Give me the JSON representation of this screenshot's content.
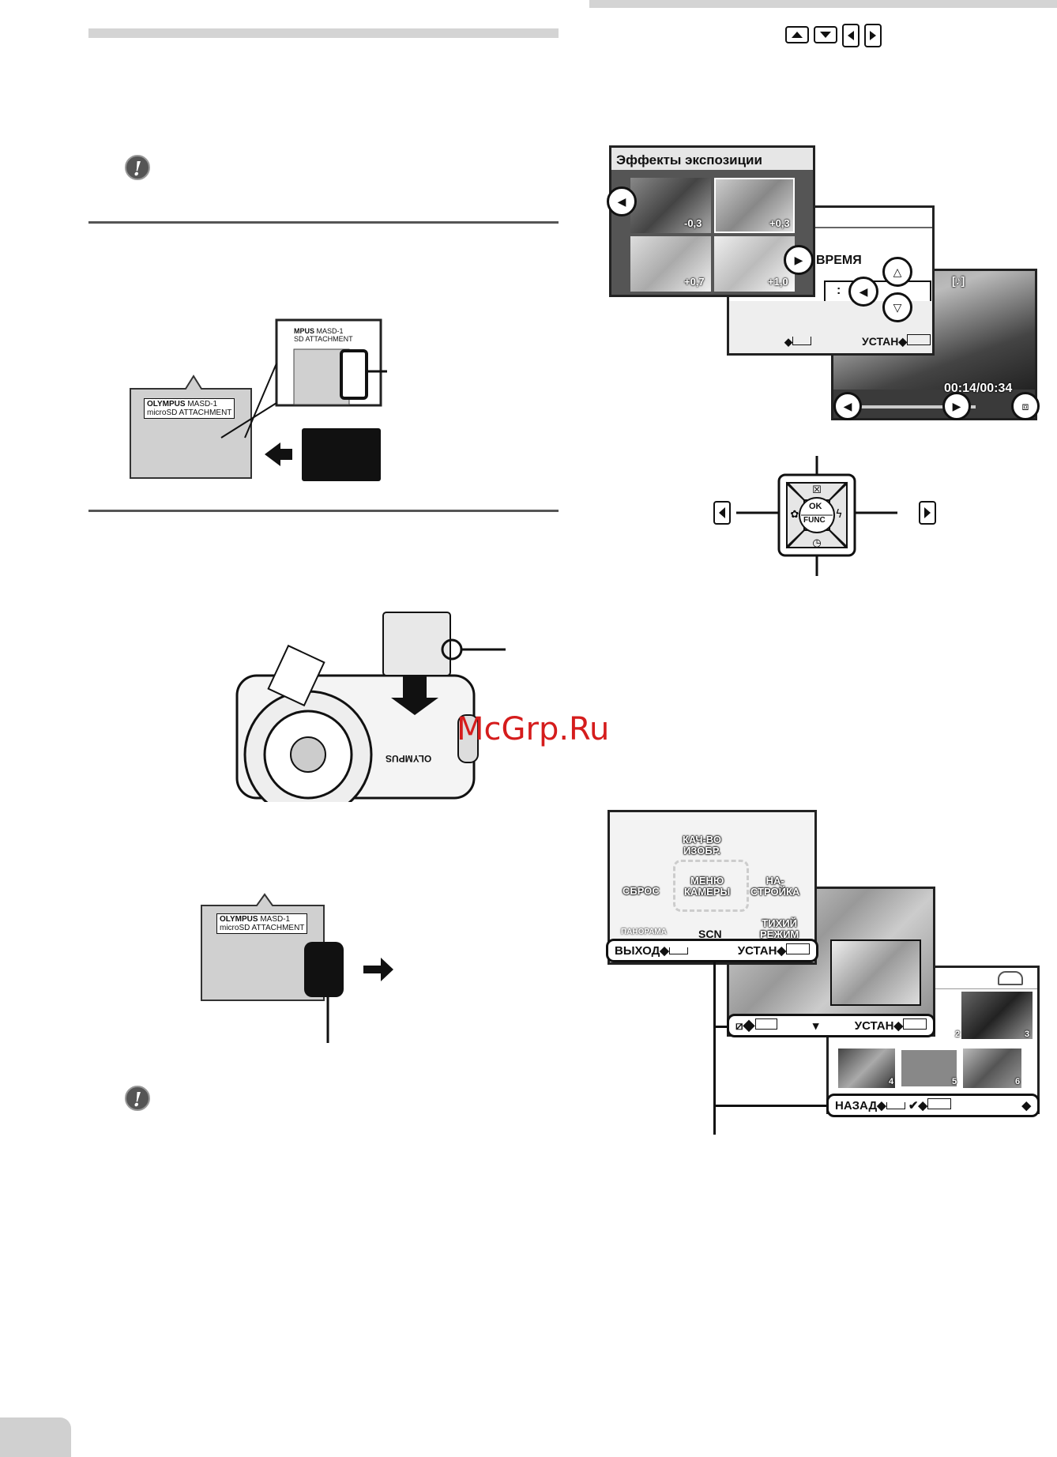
{
  "header": {
    "nav_icons": [
      "up-arrow-button-icon",
      "down-arrow-button-icon",
      "left-arrow-button-icon",
      "right-arrow-button-icon"
    ]
  },
  "adapter": {
    "brand": "OLYMPUS",
    "model": "MASD-1",
    "name": "microSD ATTACHMENT",
    "zoom_brand": "MPUS",
    "zoom_model": "MASD-1",
    "zoom_name": "SD ATTACHMENT"
  },
  "camera": {
    "brand": "OLYMPUS"
  },
  "watermark": "McGrp.Ru",
  "screen_exposure": {
    "title": "Эффекты экспозиции",
    "thumbs": [
      "-0,3",
      "+0,3",
      "+0,7",
      "+1,0"
    ]
  },
  "screen_time": {
    "label": "ВРЕМЯ",
    "colon": ":",
    "set_label": "УСТАН"
  },
  "screen_movie": {
    "badge": "[♪]",
    "time_elapsed": "00:14",
    "time_total": "/00:34"
  },
  "dpad": {
    "ok": "OK",
    "func": "FUNC"
  },
  "menu_screen": {
    "items": [
      "КАЧ-ВО\nИЗОБР.",
      "СБРОС",
      "МЕНЮ\nКАМЕРЫ",
      "НА-\nСТРОЙКА",
      "ПАНОРАМА",
      "SCN",
      "ТИХИЙ\nРЕЖИМ"
    ],
    "exit_label": "ВЫХОД",
    "set_label": "УСТАН"
  },
  "print_screen": {
    "set_label": "УСТАН"
  },
  "index_screen": {
    "back_label": "НАЗАД",
    "thumb_numbers": [
      "2",
      "3",
      "4",
      "5",
      "6"
    ]
  }
}
